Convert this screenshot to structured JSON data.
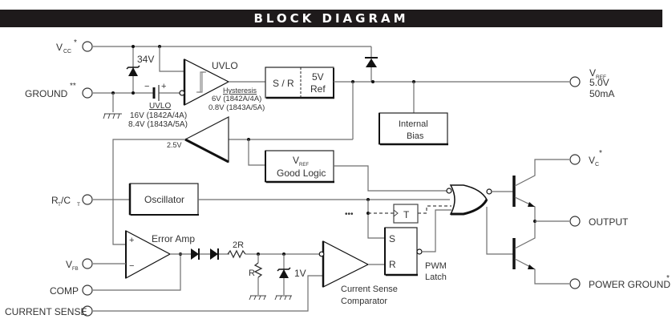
{
  "header": {
    "title": "BLOCK DIAGRAM"
  },
  "pins": {
    "vcc": {
      "main": "V",
      "sub": "CC",
      "mark": "*"
    },
    "ground": {
      "label": "GROUND",
      "mark": "**"
    },
    "rtct": {
      "r": "R",
      "rsub": "T",
      "slash": "/C",
      "csub": "T"
    },
    "vfb": {
      "main": "V",
      "sub": "FB"
    },
    "comp": {
      "label": "COMP"
    },
    "current_sense": {
      "label": "CURRENT SENSE"
    },
    "vref": {
      "main": "V",
      "sub": "REF",
      "voltage": "5.0V",
      "current": "50mA"
    },
    "vc": {
      "main": "V",
      "sub": "C",
      "mark": "*"
    },
    "output": {
      "label": "OUTPUT"
    },
    "power_ground": {
      "label": "POWER GROUND",
      "mark": "*"
    }
  },
  "blocks": {
    "zener_34v": "34V",
    "uvlo": {
      "label": "UVLO",
      "hyst_title": "Hysteresis",
      "hyst_1": "6V (1842A/4A)",
      "hyst_2": "0.8V (1843A/5A)"
    },
    "uvlo_thresh": {
      "title": "UVLO",
      "line1": "16V (1842A/4A)",
      "line2": "8.4V (1843A/5A)"
    },
    "battery": {
      "minus": "−",
      "plus": "+"
    },
    "sr": "S / R",
    "ref": {
      "line1": "5V",
      "line2": "Ref"
    },
    "internal_bias": {
      "line1": "Internal",
      "line2": "Bias"
    },
    "comparator_25": "2.5V",
    "vref_good": {
      "main": "V",
      "sub": "REF",
      "line2": "Good Logic"
    },
    "oscillator": "Oscillator",
    "error_amp": {
      "label": "Error Amp",
      "plus": "+",
      "minus": "−"
    },
    "resistor_2r": "2R",
    "resistor_r": "R",
    "zener_1v": "1V",
    "current_sense_comp": {
      "line1": "Current Sense",
      "line2": "Comparator"
    },
    "latch": {
      "s": "S",
      "r": "R",
      "line1": "PWM",
      "line2": "Latch"
    },
    "toggle": "T",
    "ellipsis": "•••"
  }
}
